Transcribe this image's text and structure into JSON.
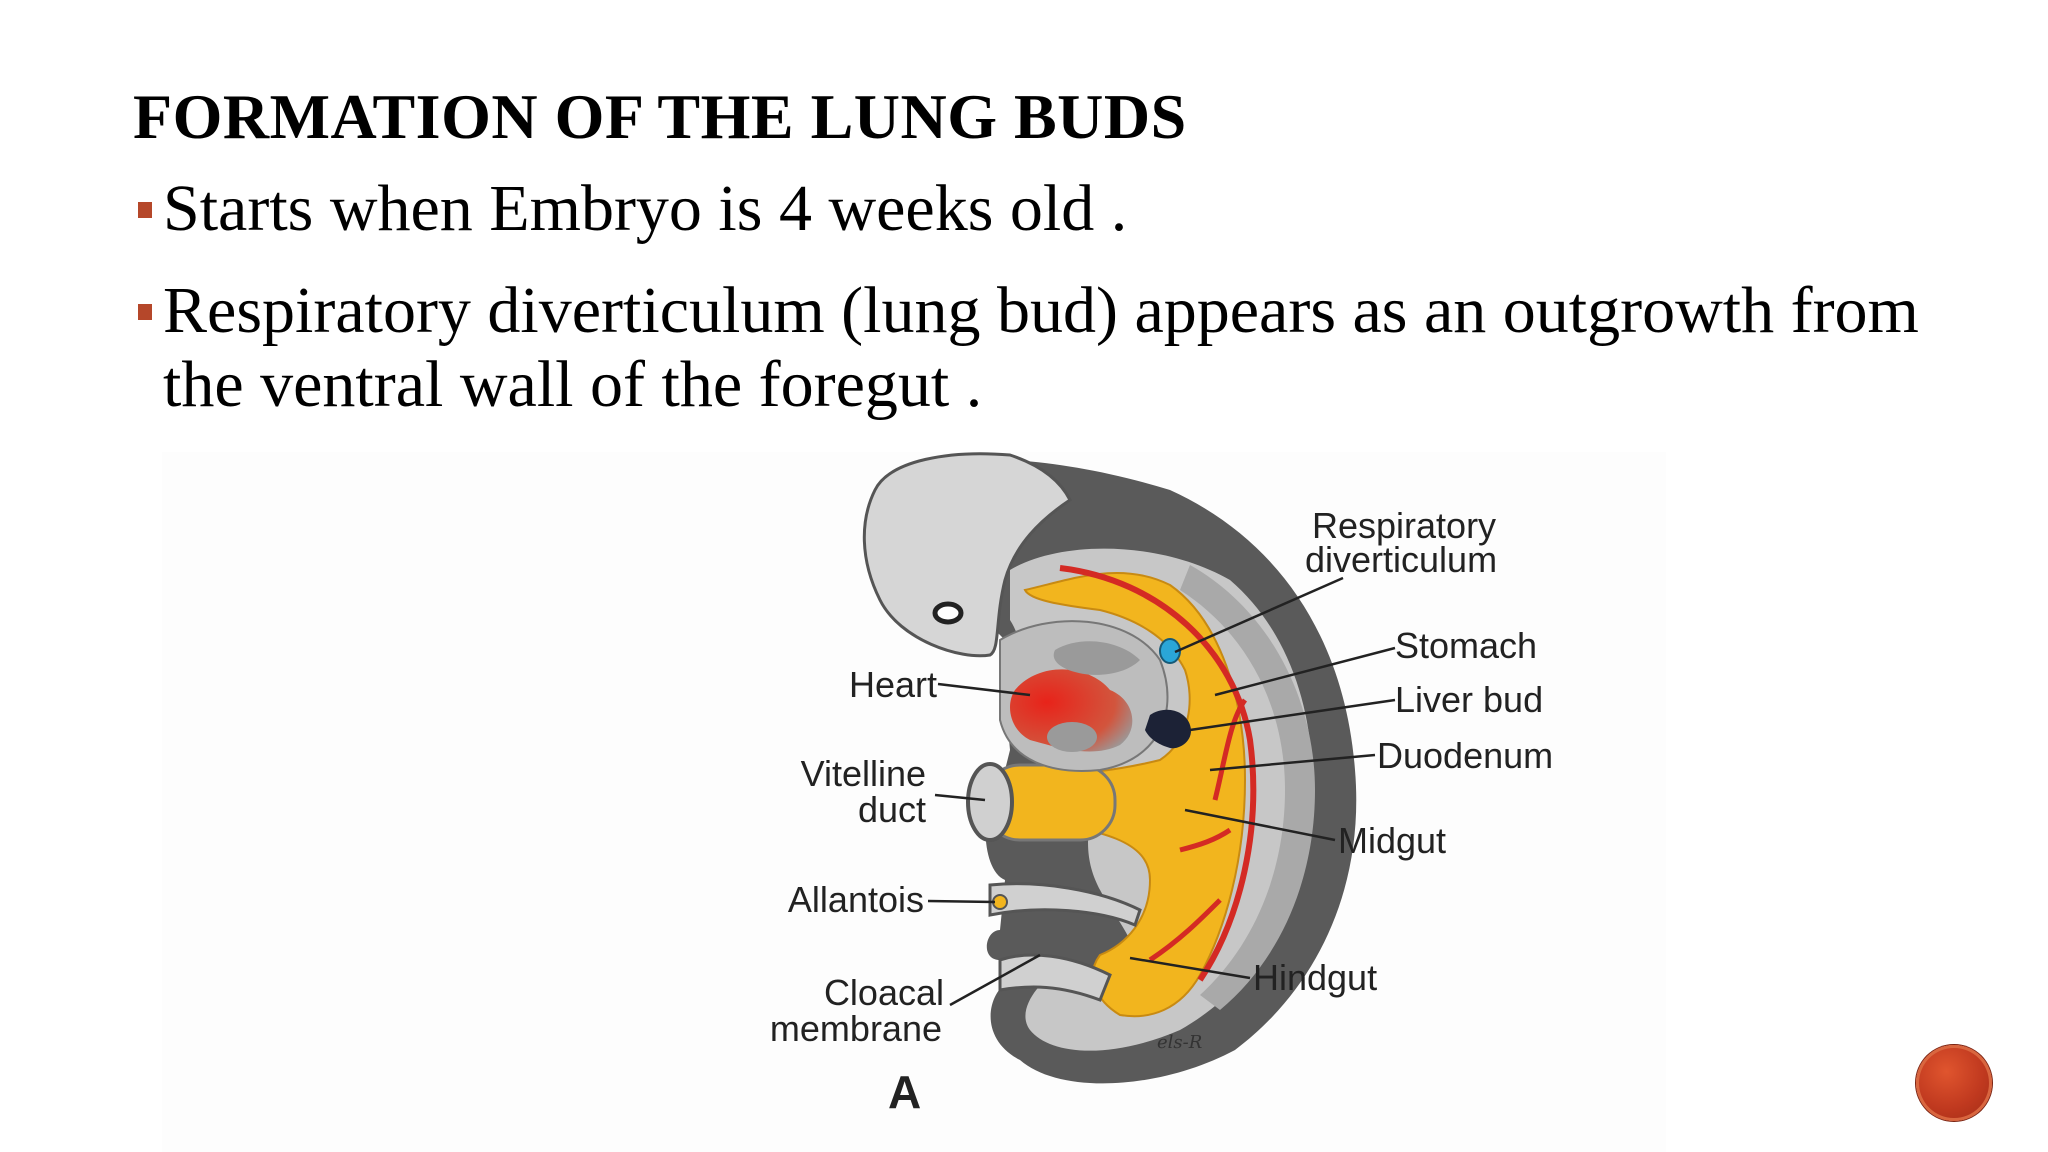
{
  "slide": {
    "title": "FORMATION OF THE LUNG BUDS",
    "bullets": [
      "Starts when  Embryo is 4 weeks old .",
      "Respiratory diverticulum (lung bud) appears as an outgrowth from the ventral wall of the foregut ."
    ]
  },
  "figure": {
    "labels": {
      "respiratory_1": "Respiratory",
      "respiratory_2": "diverticulum",
      "stomach": "Stomach",
      "liver": "Liver bud",
      "duodenum": "Duodenum",
      "midgut": "Midgut",
      "hindgut": "Hindgut",
      "heart": "Heart",
      "vitelline_1": "Vitelline",
      "vitelline_2": "duct",
      "allantois": "Allantois",
      "cloacal_1": "Cloacal",
      "cloacal_2": "membrane",
      "panel": "A",
      "signature": "els-R"
    },
    "colors": {
      "gut": "#f2b51e",
      "vessels": "#d42a24",
      "heart": "#e0301e",
      "tissue_dark": "#4a4a4a",
      "tissue_light": "#bdbdbd",
      "respiratory": "#2aa6d8"
    }
  },
  "icons": {
    "nav": "next-slide-icon"
  }
}
